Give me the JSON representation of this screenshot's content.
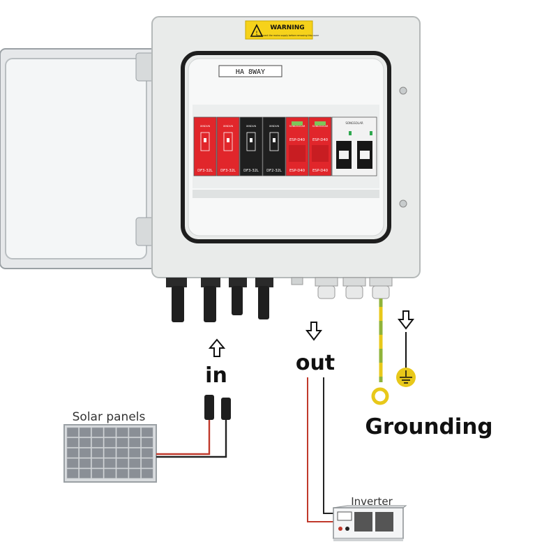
{
  "enclosure": {
    "warning_title": "WARNING",
    "warning_sub": "Disconnect the mains supply before removing this cover",
    "model_label": "HA 8WAY"
  },
  "devices": [
    {
      "type": "fuse",
      "color": "#e1262b",
      "brand": "XINDUN",
      "label": "DF3-32L"
    },
    {
      "type": "fuse",
      "color": "#e1262b",
      "brand": "XINDUN",
      "label": "DF3-32L"
    },
    {
      "type": "fuse",
      "color": "#1f1f1f",
      "brand": "XINDUN",
      "label": "DF3-32L"
    },
    {
      "type": "fuse",
      "color": "#1f1f1f",
      "brand": "XINDUN",
      "label": "DF2-32L"
    },
    {
      "type": "spd",
      "color": "#e1262b",
      "brand": "SONGSOLAR",
      "label": "ESP-D40"
    },
    {
      "type": "spd",
      "color": "#e1262b",
      "brand": "SONGSOLAR",
      "label": "ESP-D40"
    },
    {
      "type": "breaker",
      "color": "#f2f2f2",
      "brand": "SONGSOLAR",
      "label": ""
    }
  ],
  "labels": {
    "in": "in",
    "out": "out",
    "grounding": "Grounding",
    "solar_panels": "Solar panels",
    "inverter": "Inverter"
  },
  "colors": {
    "enclosure": "#e9ebea",
    "wire_red": "#c0392b",
    "wire_black": "#222222",
    "ground_green": "#8fb33a",
    "ground_yellow": "#e8c81a",
    "warning_yellow": "#f6d21b"
  }
}
